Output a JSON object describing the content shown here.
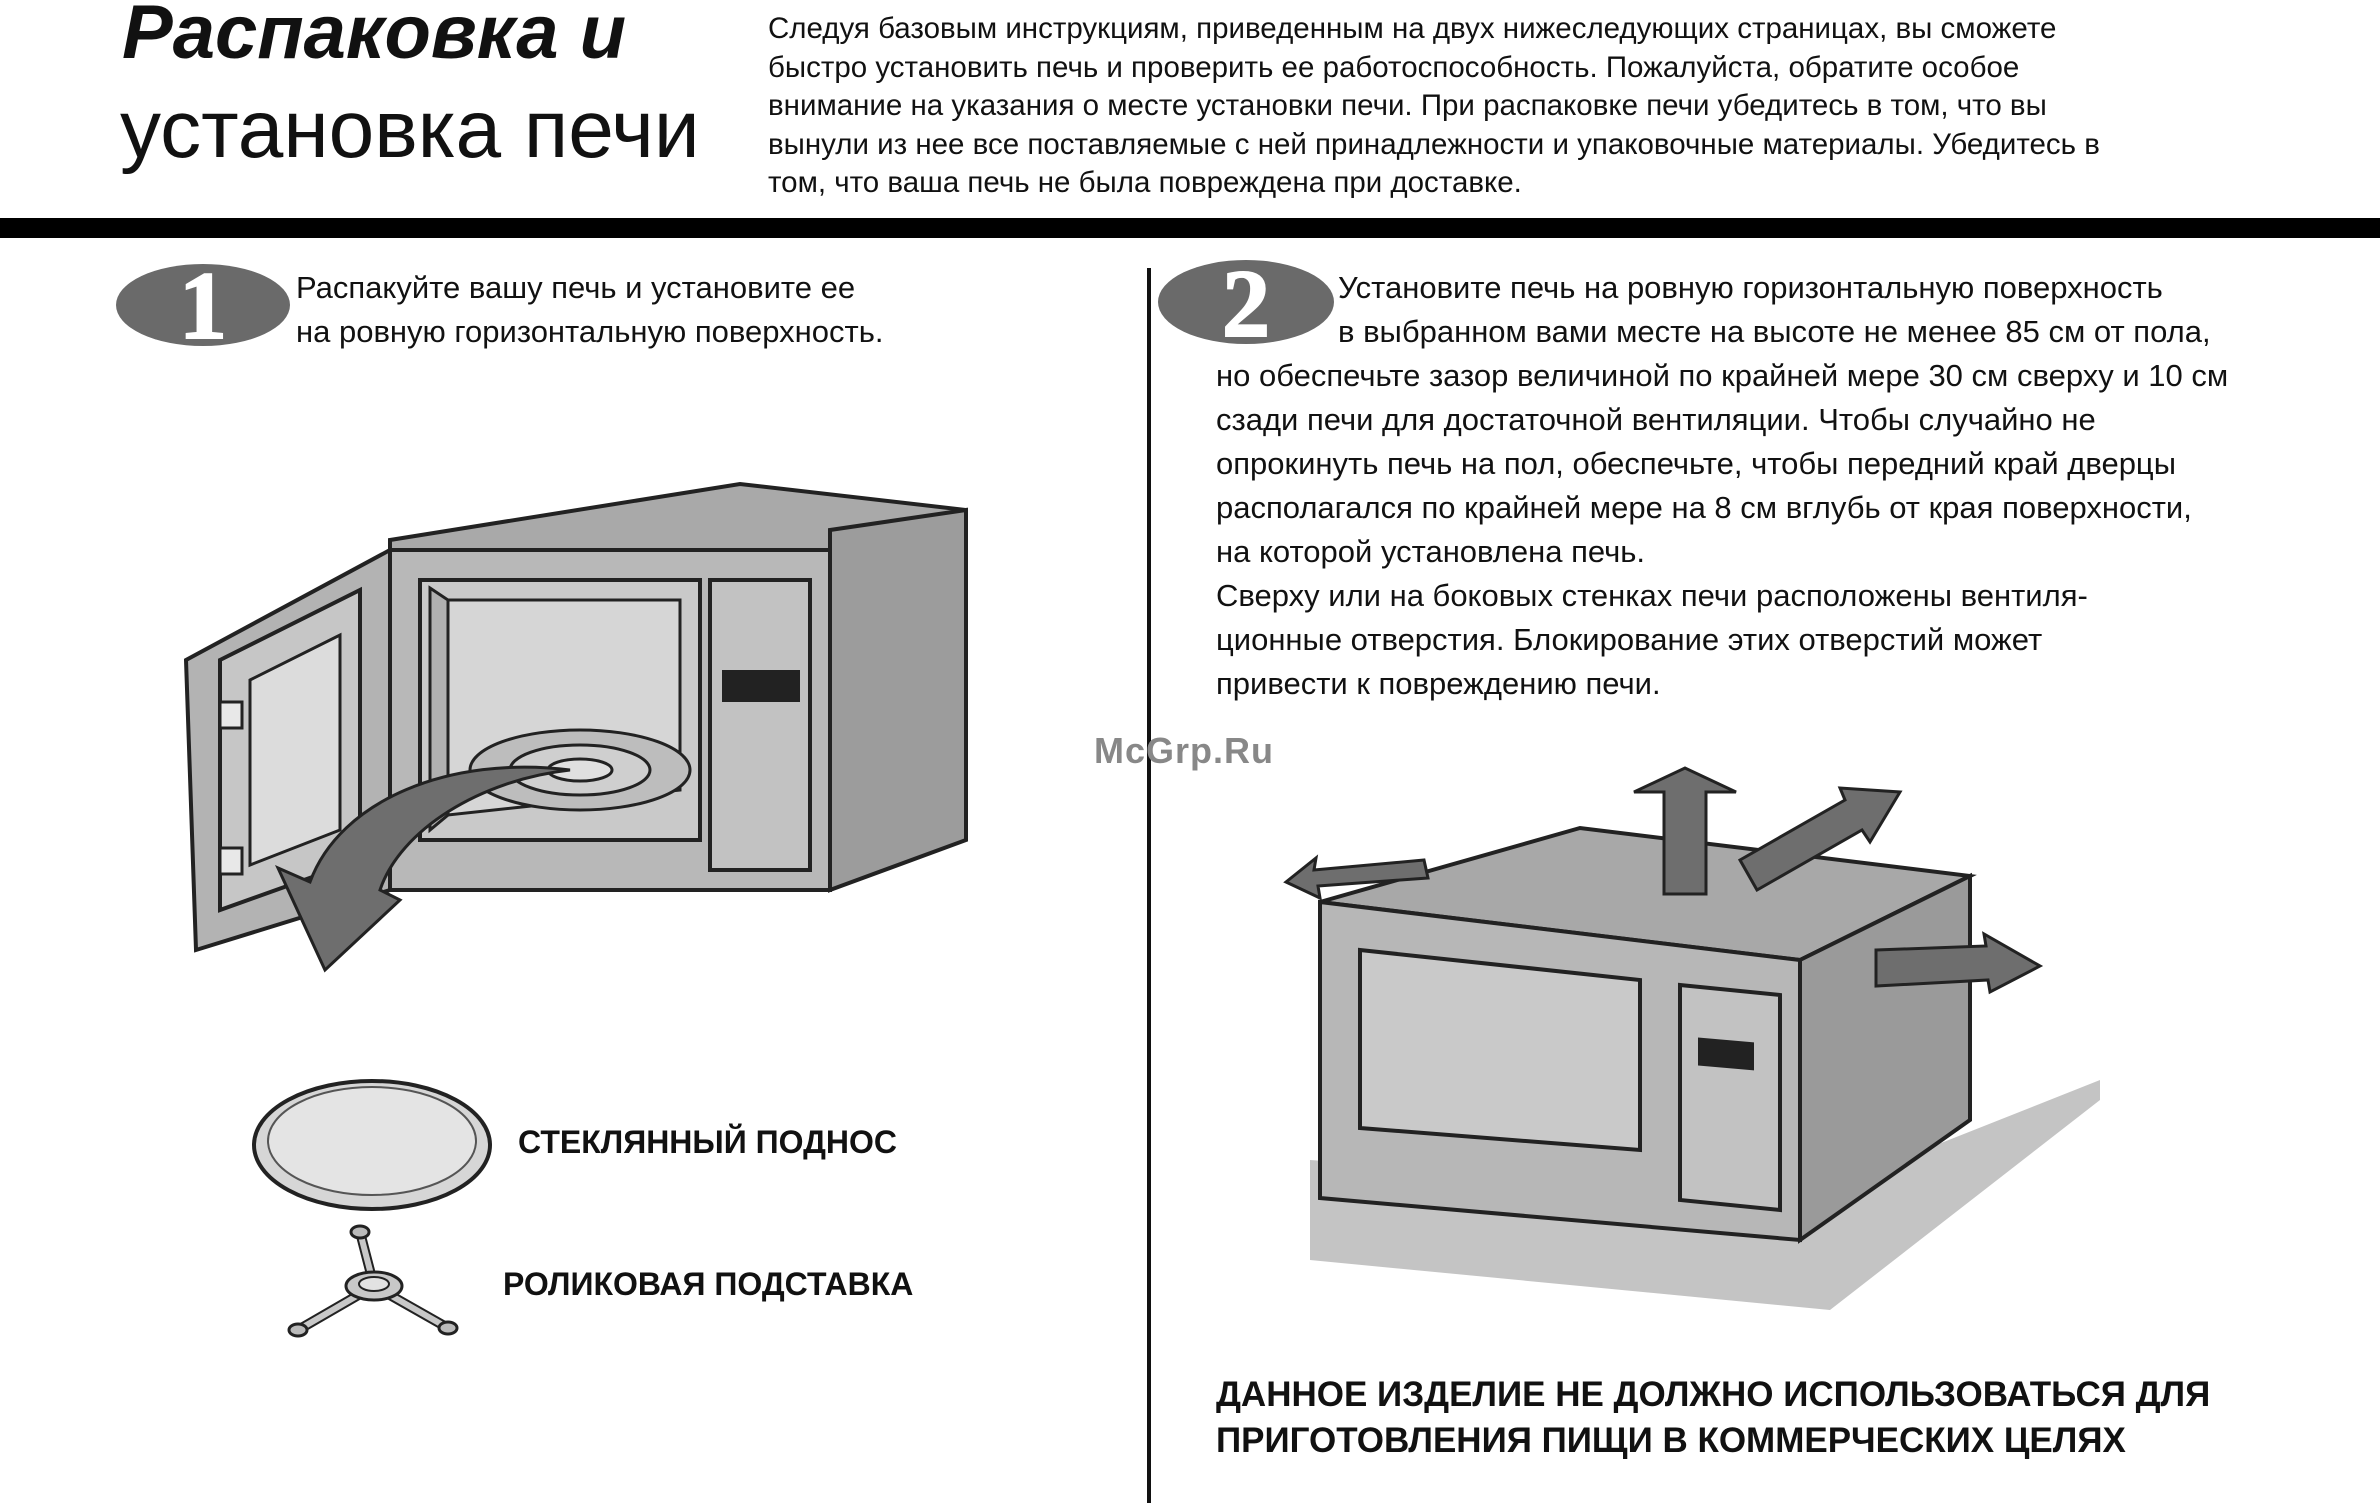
{
  "header": {
    "title_line1": "Распаковка и",
    "title_line2": "установка печи",
    "intro": [
      "Следуя базовым инструкциям, приведенным на двух нижеследующих страницах, вы сможете",
      "быстро установить печь и проверить ее работоспособность. Пожалуйста, обратите особое",
      "внимание на указания о месте установки печи. При распаковке печи убедитесь в том, что вы",
      "вынули из нее все поставляемые с ней принадлежности и упаковочные материалы. Убедитесь в",
      "том, что ваша печь не была повреждена при доставке."
    ]
  },
  "step1": {
    "number": "1",
    "lines": [
      "Распакуйте вашу печь и установите ее",
      "на ровную горизонтальную поверхность."
    ]
  },
  "step2": {
    "number": "2",
    "lines": [
      "Установите печь на ровную горизонтальную поверхность",
      "в выбранном вами месте на высоте не менее 85 см от пола,",
      "но обеспечьте зазор величиной по крайней мере 30 см сверху и 10 см",
      "сзади печи для достаточной вентиляции. Чтобы случайно не",
      "опрокинуть печь на пол, обеспечьте, чтобы передний край дверцы",
      "располагался по крайней мере на 8 см вглубь от края поверхности,",
      "на которой установлена печь.",
      "Сверху или на боковых стенках печи расположены вентиля-",
      "ционные отверстия. Блокирование этих отверстий может",
      "привести к повреждению печи."
    ]
  },
  "accessories": {
    "glass_tray": "СТЕКЛЯННЫЙ ПОДНОС",
    "roller_ring": "РОЛИКОВАЯ ПОДСТАВКА"
  },
  "warning": {
    "line1": "ДАННОЕ ИЗДЕЛИЕ НЕ ДОЛЖНО ИСПОЛЬЗОВАТЬСЯ ДЛЯ",
    "line2": "ПРИГОТОВЛЕНИЯ ПИЩИ В КОММЕРЧЕСКИХ ЦЕЛЯХ"
  },
  "watermark": "McGrp.Ru",
  "colors": {
    "oven_body": "#b5b5b5",
    "oven_dark": "#8a8a8a",
    "arrow": "#6e6e6e",
    "badge": "#6a6a6a"
  }
}
